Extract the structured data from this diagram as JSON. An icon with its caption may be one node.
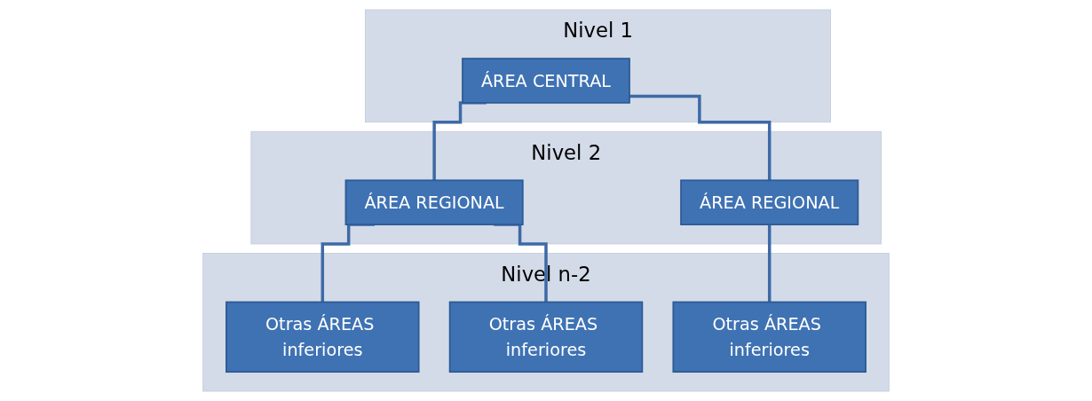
{
  "diagram": {
    "nodes": [
      {
        "text": [
          "Nivel 1"
        ]
      },
      {
        "text": [
          "ÁREA CENTRAL"
        ],
        "in": 0
      },
      {
        "text": [
          "Nivel 2"
        ]
      },
      {
        "text": [
          "ÁREA REGIONAL"
        ],
        "in": 2
      },
      {
        "text": [
          "ÁREA REGIONAL"
        ],
        "in": 2
      },
      {
        "text": [
          "Nivel n-2"
        ]
      },
      {
        "text": [
          "Otras ÁREAS inferiores"
        ],
        "in": 5
      },
      {
        "text": [
          "Otras ÁREAS inferiores"
        ],
        "in": 5
      },
      {
        "text": [
          "Otras ÁREAS inferiores"
        ],
        "in": 5
      }
    ],
    "edges": [
      {
        "from": 1,
        "to": 3,
        "arrow": "none"
      },
      {
        "from": 1,
        "to": 4,
        "arrow": "none"
      },
      {
        "from": 3,
        "to": 6,
        "arrow": "none"
      },
      {
        "from": 3,
        "to": 7,
        "arrow": "none"
      },
      {
        "from": 4,
        "to": 8,
        "arrow": "none"
      }
    ]
  }
}
